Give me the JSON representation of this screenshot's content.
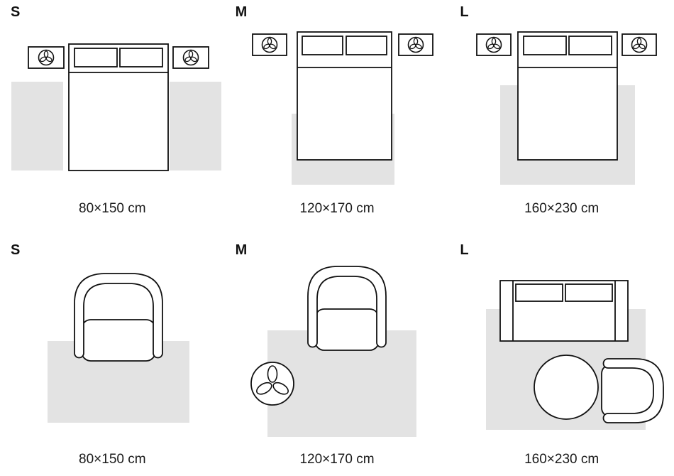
{
  "bedroom_row": [
    {
      "size": "S",
      "dimension": "80×150 cm"
    },
    {
      "size": "M",
      "dimension": "120×170 cm"
    },
    {
      "size": "L",
      "dimension": "160×230 cm"
    }
  ],
  "living_row": [
    {
      "size": "S",
      "dimension": "80×150 cm"
    },
    {
      "size": "M",
      "dimension": "120×170 cm"
    },
    {
      "size": "L",
      "dimension": "160×230 cm"
    }
  ],
  "icons": {
    "nightstand_decor": "plant-icon",
    "floor_decor": "plant-icon"
  },
  "colors": {
    "rug": "#e3e3e3",
    "outline": "#111111",
    "text": "#1a1a1a",
    "background": "#ffffff"
  }
}
